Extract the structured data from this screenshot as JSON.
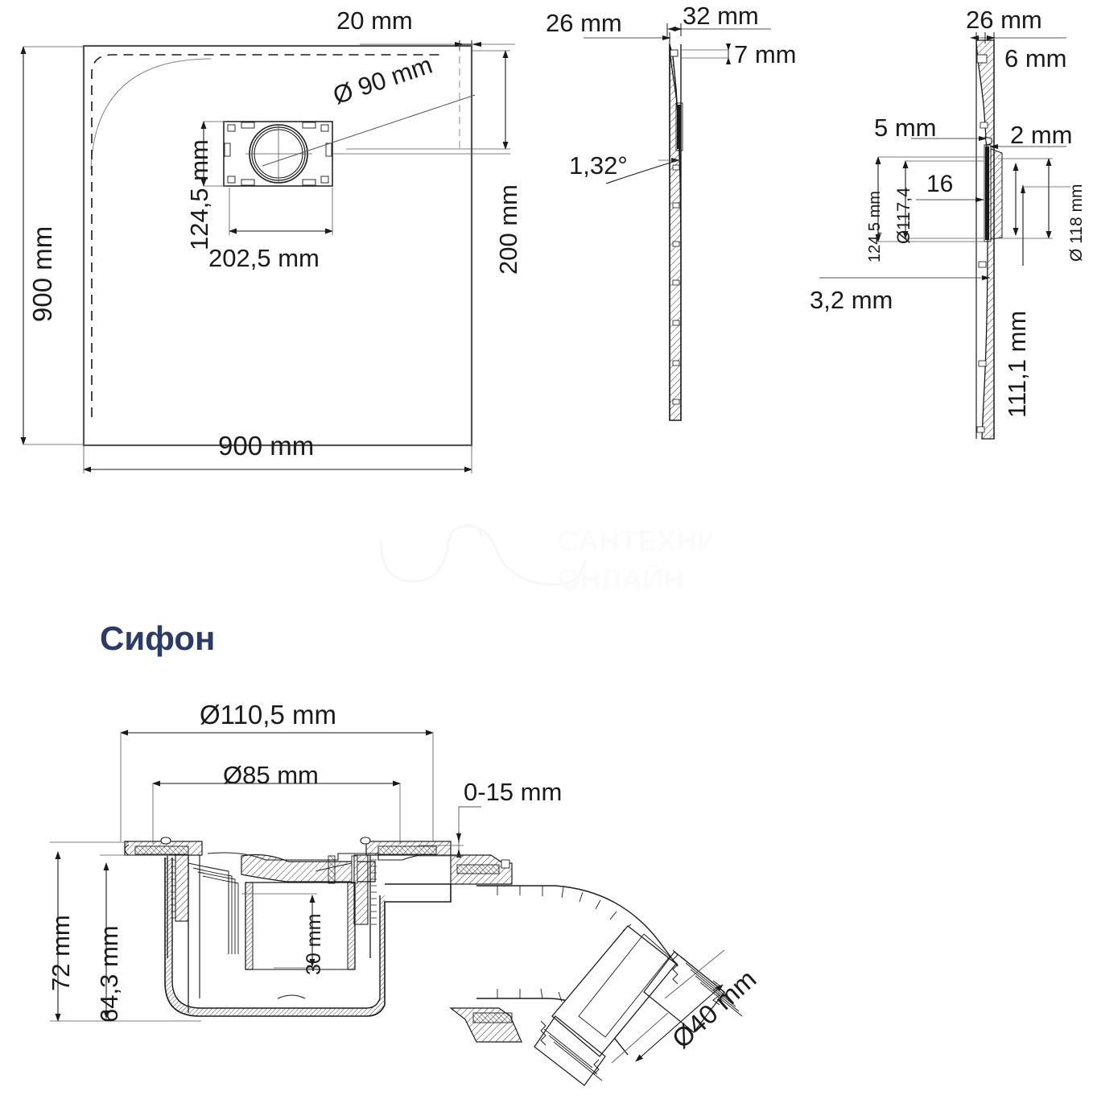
{
  "document": {
    "type": "technical-drawing",
    "subject": "Shower tray 900x900 with drain and siphon",
    "watermark": {
      "line1": "САНТЕХНИКА",
      "line2": "ОНЛАЙН"
    }
  },
  "sections": {
    "tray_top_view": {
      "name": "Shower tray plan view",
      "dimensions": {
        "height_left": "900 mm",
        "width_bottom": "900 mm",
        "edge_top": "20 mm",
        "edge_right": "200 mm",
        "drain_diameter": "Ø 90 mm",
        "drain_offset_vertical": "124,5 mm",
        "drain_offset_horizontal": "202,5 mm"
      }
    },
    "tray_side_view": {
      "name": "Shower tray section view",
      "dimensions": {
        "left_thickness": "26 mm",
        "right_thickness": "32 mm",
        "rim_detail": "7 mm",
        "slope_angle": "1,32°"
      }
    },
    "tray_detail_view": {
      "name": "Drain area detail section",
      "dimensions": {
        "top_thickness": "26 mm",
        "top_detail": "6 mm",
        "left_upper": "5 mm",
        "right_upper": "2 mm",
        "outer_span": "124,5 mm",
        "bore_diameter": "Ø117,4",
        "center_value": "16",
        "right_diameter": "Ø 118 mm",
        "left_lower": "3,2 mm",
        "lower_depth": "111,1 mm"
      }
    },
    "siphon": {
      "title": "Сифон",
      "name": "Siphon assembly section",
      "dimensions": {
        "flange_diameter": "Ø110,5 mm",
        "body_diameter": "Ø85 mm",
        "adjust_range": "0-15 mm",
        "total_height": "72 mm",
        "inner_height": "64,3 mm",
        "water_seal": "30 mm",
        "outlet_diameter": "Ø40 mm"
      }
    }
  },
  "colors": {
    "line": "#1a1a1a",
    "thin_line": "#555555",
    "title": "#2b3a66",
    "watermark": "#fafafa",
    "background": "#ffffff"
  }
}
